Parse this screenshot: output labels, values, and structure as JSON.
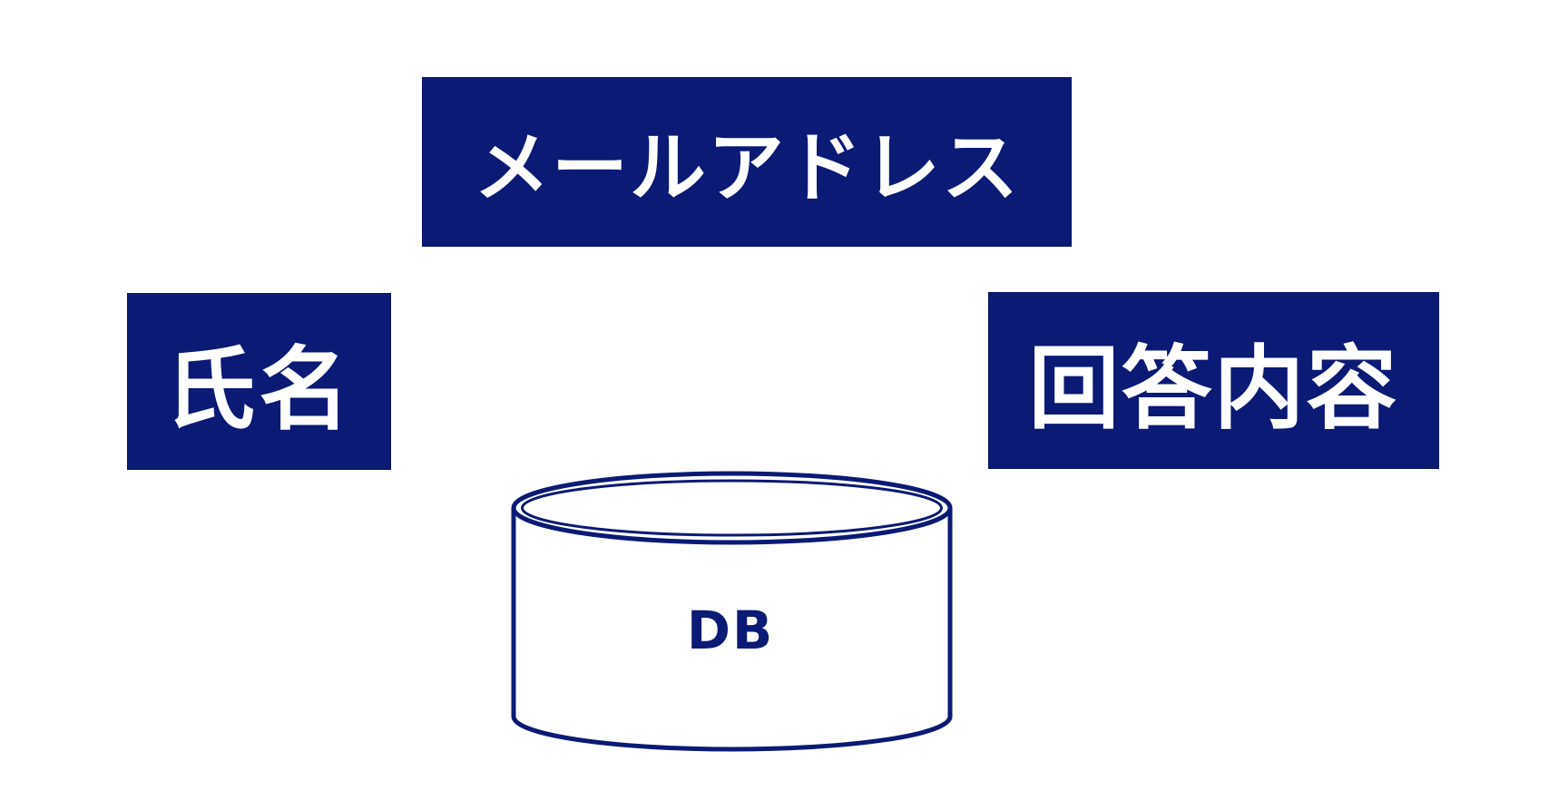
{
  "diagram": {
    "fields": {
      "email": "メールアドレス",
      "name": "氏名",
      "answer": "回答内容"
    },
    "database": {
      "label": "DB"
    }
  },
  "colors": {
    "box_fill": "#0a1a75",
    "box_text": "#ffffff",
    "cylinder_stroke": "#0a1a75",
    "background": "#ffffff"
  }
}
